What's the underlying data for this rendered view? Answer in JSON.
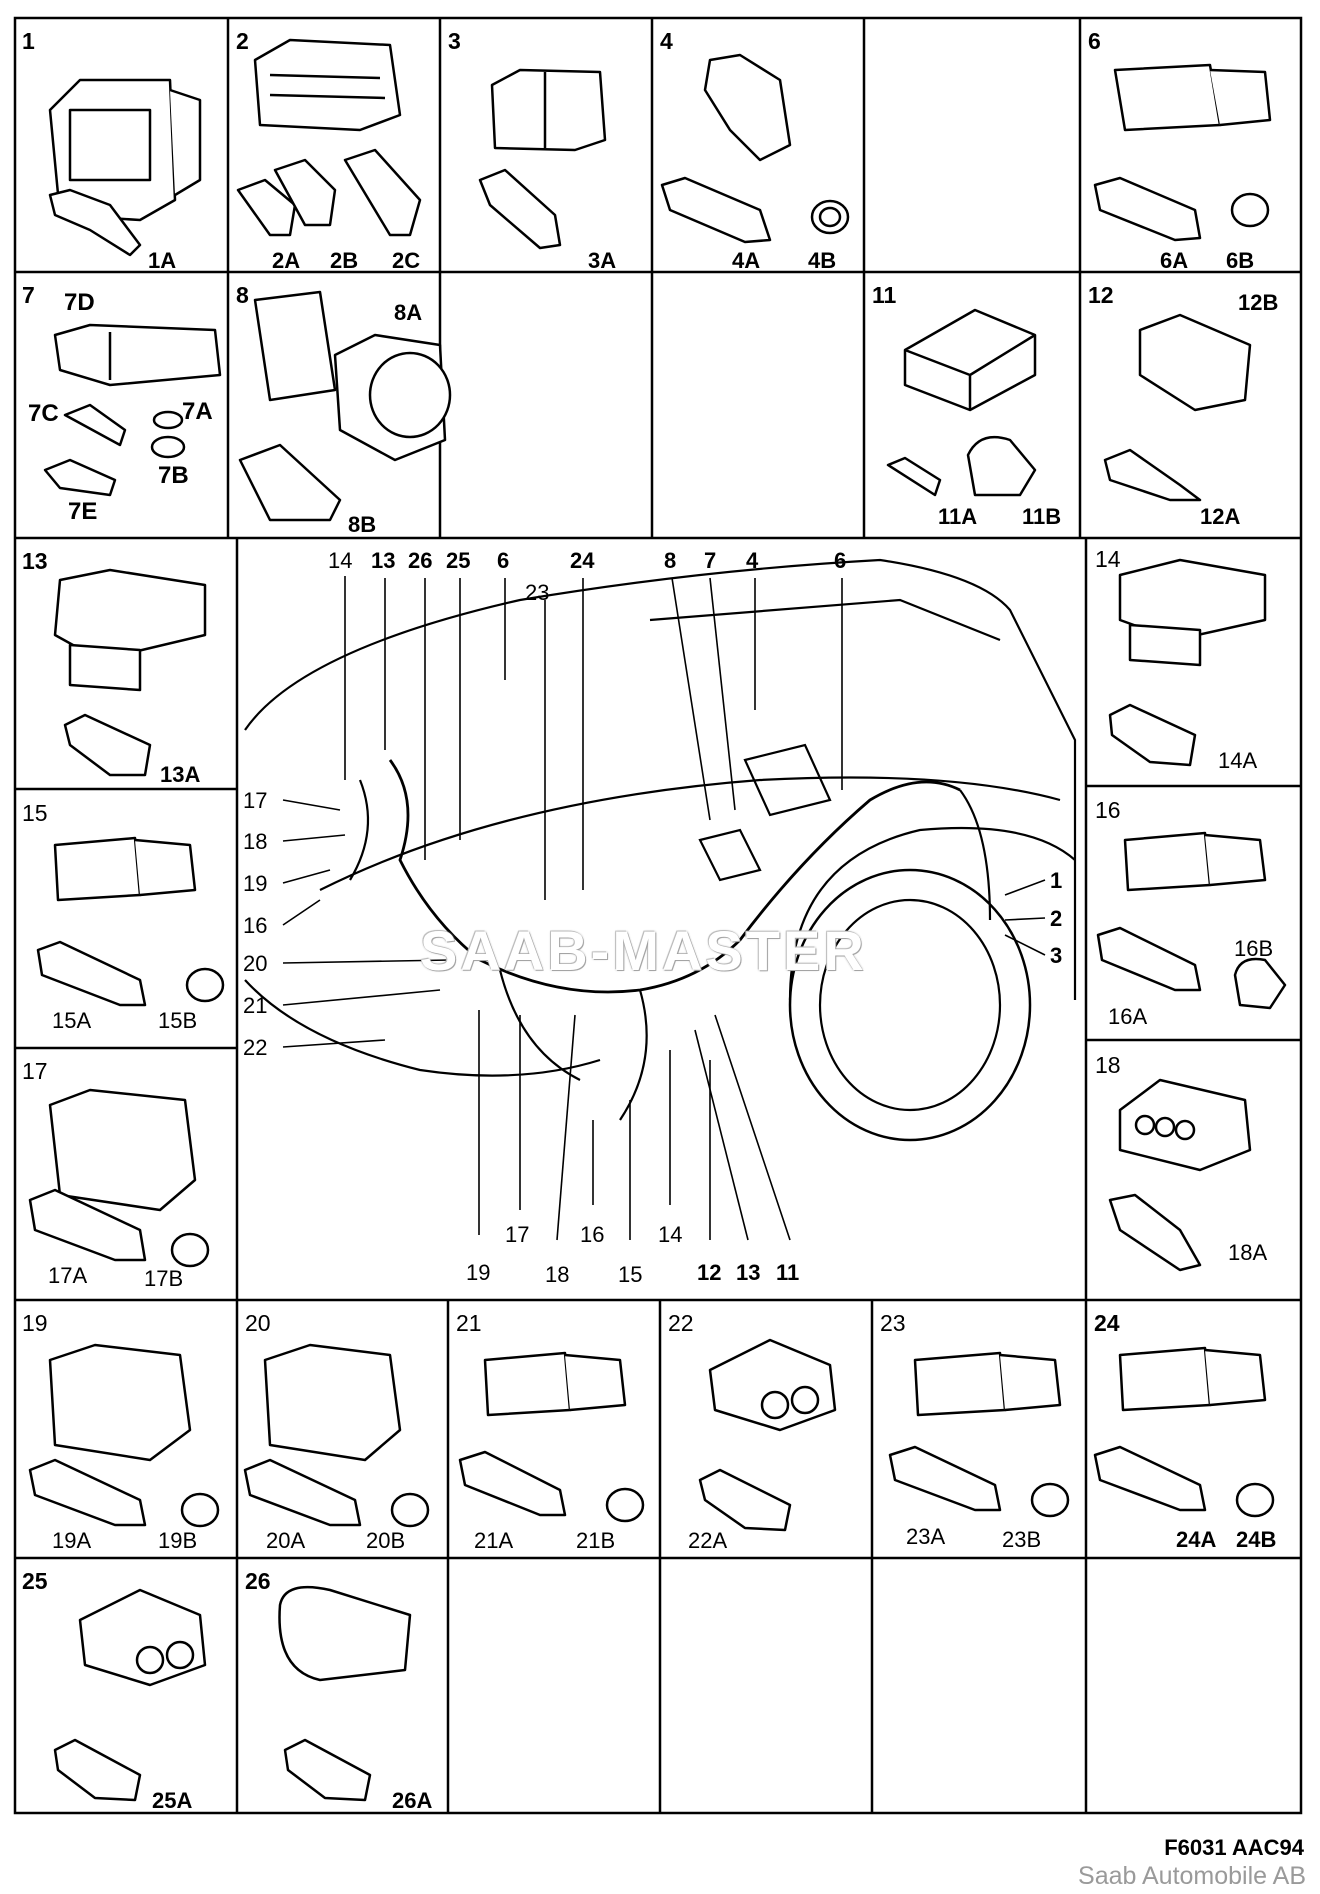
{
  "figure": {
    "code": "F6031 AAC94",
    "owner": "Saab Automobile AB",
    "watermark": "SAAB-MASTER"
  },
  "cells": [
    {
      "id": "1",
      "parts": [
        "1A"
      ]
    },
    {
      "id": "2",
      "parts": [
        "2A",
        "2B",
        "2C"
      ]
    },
    {
      "id": "3",
      "parts": [
        "3A"
      ]
    },
    {
      "id": "4",
      "parts": [
        "4A",
        "4B"
      ]
    },
    {
      "id": "6",
      "parts": [
        "6A",
        "6B"
      ]
    },
    {
      "id": "7",
      "parts": [
        "7D",
        "7C",
        "7A",
        "7B",
        "7E"
      ]
    },
    {
      "id": "8",
      "parts": [
        "8A",
        "8B"
      ]
    },
    {
      "id": "11",
      "parts": [
        "11A",
        "11B"
      ]
    },
    {
      "id": "12",
      "parts": [
        "12B",
        "12A"
      ]
    },
    {
      "id": "13",
      "parts": [
        "13A"
      ]
    },
    {
      "id": "14",
      "parts": [
        "14A"
      ]
    },
    {
      "id": "15",
      "parts": [
        "15A",
        "15B"
      ]
    },
    {
      "id": "16",
      "parts": [
        "16B",
        "16A"
      ]
    },
    {
      "id": "17",
      "parts": [
        "17A",
        "17B"
      ]
    },
    {
      "id": "18",
      "parts": [
        "18A"
      ]
    },
    {
      "id": "19",
      "parts": [
        "19A",
        "19B"
      ]
    },
    {
      "id": "20",
      "parts": [
        "20A",
        "20B"
      ]
    },
    {
      "id": "21",
      "parts": [
        "21A",
        "21B"
      ]
    },
    {
      "id": "22",
      "parts": [
        "22A"
      ]
    },
    {
      "id": "23",
      "parts": [
        "23A",
        "23B"
      ]
    },
    {
      "id": "24",
      "parts": [
        "24A",
        "24B"
      ]
    },
    {
      "id": "25",
      "parts": [
        "25A"
      ]
    },
    {
      "id": "26",
      "parts": [
        "26A"
      ]
    }
  ],
  "callouts": {
    "top": [
      "14",
      "13",
      "26",
      "25",
      "6",
      "24",
      "23",
      "8",
      "7",
      "4",
      "6"
    ],
    "left": [
      "17",
      "18",
      "19",
      "16",
      "20",
      "21",
      "22"
    ],
    "right": [
      "1",
      "2",
      "3"
    ],
    "bottom": [
      "19",
      "17",
      "18",
      "16",
      "15",
      "14",
      "12",
      "13",
      "11"
    ]
  }
}
